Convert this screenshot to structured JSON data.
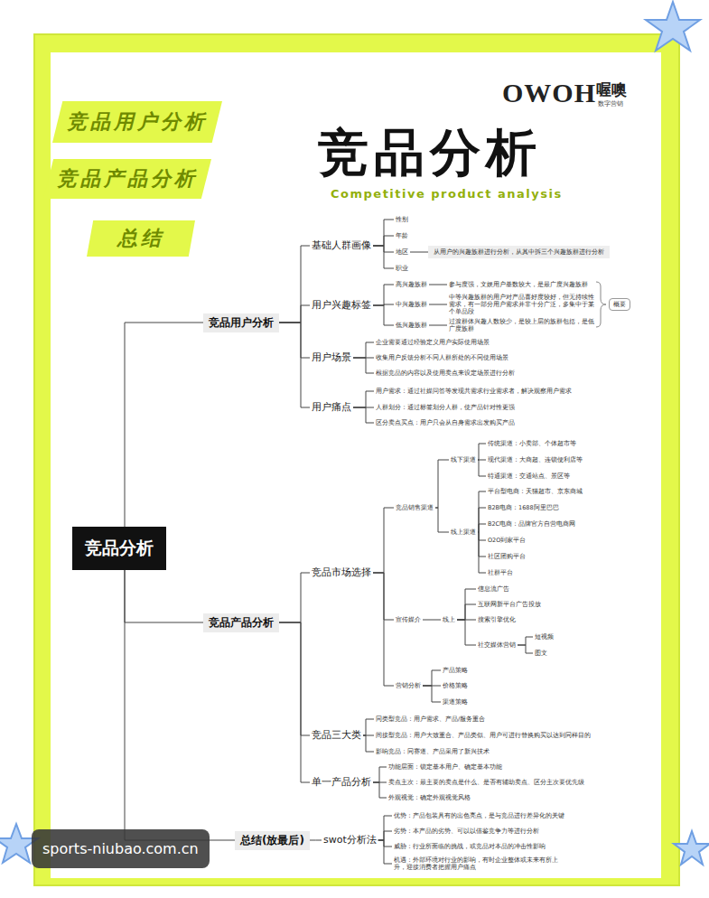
{
  "diagram": {
    "title": "竞品分析",
    "nodes": [
      {
        "text": [
          "竞品用户分析"
        ]
      },
      {
        "text": [
          "竞品产品分析"
        ]
      },
      {
        "text": [
          "总结"
        ]
      },
      {
        "text": [
          "竞品分析"
        ]
      },
      {
        "text": [
          "竞品用户分析"
        ]
      },
      {
        "text": [
          "基础人群画像"
        ]
      },
      {
        "text": [
          "性别"
        ]
      },
      {
        "text": [
          "年龄"
        ]
      },
      {
        "text": [
          "地区"
        ]
      },
      {
        "text": [
          "职业"
        ]
      },
      {
        "text": [
          "从用户的兴趣族群进行分析，从其中拆三个兴趣族群进行分析"
        ]
      },
      {
        "text": [
          "用户兴趣标签"
        ]
      },
      {
        "text": [
          "高兴趣族群"
        ]
      },
      {
        "text": [
          "参与度强，文娱用户基数较大，是最广度兴趣族群"
        ]
      },
      {
        "text": [
          "中兴趣族群"
        ]
      },
      {
        "text": [
          "中等兴趣族群的用户对产品喜好度较好，但无持续性需求，有一部分用户需求并非十分广泛，多集中于某个单品段"
        ]
      },
      {
        "text": [
          "低兴趣族群"
        ]
      },
      {
        "text": [
          "过渡群体兴趣人数较少，是较上层的族群包括，是低广度族群"
        ]
      },
      {
        "text": [
          "概要"
        ]
      },
      {
        "text": [
          "用户场景"
        ]
      },
      {
        "text": [
          "企业需要通过经验定义用户实际使用场景"
        ]
      },
      {
        "text": [
          "收集用户反馈分析不同人群所处的不同使用场景"
        ]
      },
      {
        "text": [
          "根据竞品的内容以及使用卖点来设定场景进行分析"
        ]
      },
      {
        "text": [
          "用户痛点"
        ]
      },
      {
        "text": [
          "用户需求：通过社媒问答等发现共需求行业需求者，解决观察用户需求"
        ]
      },
      {
        "text": [
          "人群划分：通过标签划分人群，使产品针对性更强"
        ]
      },
      {
        "text": [
          "区分卖点买点：用户只会从自身需求出发购买产品"
        ]
      },
      {
        "text": [
          "竞品产品分析"
        ]
      },
      {
        "text": [
          "竞品市场选择"
        ]
      },
      {
        "text": [
          "竞品销售渠道"
        ]
      },
      {
        "text": [
          "线下渠道"
        ]
      },
      {
        "text": [
          "传统渠道：小卖部、个体超市等"
        ]
      },
      {
        "text": [
          "现代渠道：大商超、连锁便利店等"
        ]
      },
      {
        "text": [
          "特通渠道：交通站点、景区等"
        ]
      },
      {
        "text": [
          "线上渠道"
        ]
      },
      {
        "text": [
          "平台型电商：天猫超市、京东商城"
        ]
      },
      {
        "text": [
          "B2B电商：1688阿里巴巴"
        ]
      },
      {
        "text": [
          "B2C电商：品牌官方自营电商网"
        ]
      },
      {
        "text": [
          "O2O到家平台"
        ]
      },
      {
        "text": [
          "社区团购平台"
        ]
      },
      {
        "text": [
          "社群平台"
        ]
      },
      {
        "text": [
          "宣传媒介"
        ]
      },
      {
        "text": [
          "线上"
        ]
      },
      {
        "text": [
          "信息流广告"
        ]
      },
      {
        "text": [
          "互联网新平台广告投放"
        ]
      },
      {
        "text": [
          "搜索引擎优化"
        ]
      },
      {
        "text": [
          "社交媒体营销"
        ]
      },
      {
        "text": [
          "短视频"
        ]
      },
      {
        "text": [
          "图文"
        ]
      },
      {
        "text": [
          "营销分析"
        ]
      },
      {
        "text": [
          "产品策略"
        ]
      },
      {
        "text": [
          "价格策略"
        ]
      },
      {
        "text": [
          "渠道策略"
        ]
      },
      {
        "text": [
          "竞品三大类"
        ]
      },
      {
        "text": [
          "同类型竞品：用户需求、产品/服务重合"
        ]
      },
      {
        "text": [
          "间接型竞品：用户大致重合、产品类似、用户可进行替换购买以达到同样目的"
        ]
      },
      {
        "text": [
          "影响竞品：同赛道、产品采用了新兴技术"
        ]
      },
      {
        "text": [
          "单一产品分析"
        ]
      },
      {
        "text": [
          "功能层面：锁定基本用户、确定基本功能"
        ]
      },
      {
        "text": [
          "卖点主次：最主要的卖点是什么、是否有辅助卖点、区分主次要优先级"
        ]
      },
      {
        "text": [
          "外观视觉：确定外观视觉风格"
        ]
      },
      {
        "text": [
          "总结(放最后)"
        ]
      },
      {
        "text": [
          "swot分析法"
        ]
      },
      {
        "text": [
          "优势：产品包装具有的出色亮点，是与竞品进行差异化的关键"
        ]
      },
      {
        "text": [
          "劣势：本产品的劣势、可以以借鉴竞争力等进行分析"
        ]
      },
      {
        "text": [
          "威胁：行业所面临的挑战，或竞品对本品的冲击性影响"
        ]
      },
      {
        "text": [
          "机遇：外部环境对行业的影响，有时企业整体或未来有所上升，迎接消费者把握用户痛点"
        ]
      }
    ],
    "edges": [
      {
        "from": 3,
        "to": 4,
        "arrow": "none"
      },
      {
        "from": 3,
        "to": 27,
        "arrow": "none"
      },
      {
        "from": 3,
        "to": 61,
        "arrow": "none"
      },
      {
        "from": 4,
        "to": 5,
        "arrow": "none"
      },
      {
        "from": 4,
        "to": 11,
        "arrow": "none"
      },
      {
        "from": 4,
        "to": 19,
        "arrow": "none"
      },
      {
        "from": 4,
        "to": 23,
        "arrow": "none"
      },
      {
        "from": 5,
        "to": 6,
        "arrow": "none"
      },
      {
        "from": 5,
        "to": 7,
        "arrow": "none"
      },
      {
        "from": 5,
        "to": 8,
        "arrow": "none"
      },
      {
        "from": 5,
        "to": 9,
        "arrow": "none"
      },
      {
        "from": 8,
        "to": 10,
        "arrow": "none"
      },
      {
        "from": 11,
        "to": 12,
        "arrow": "none"
      },
      {
        "from": 11,
        "to": 14,
        "arrow": "none"
      },
      {
        "from": 11,
        "to": 16,
        "arrow": "none"
      },
      {
        "from": 12,
        "to": 13,
        "arrow": "none"
      },
      {
        "from": 14,
        "to": 15,
        "arrow": "none"
      },
      {
        "from": 16,
        "to": 17,
        "arrow": "none"
      },
      {
        "from": 19,
        "to": 20,
        "arrow": "none"
      },
      {
        "from": 19,
        "to": 21,
        "arrow": "none"
      },
      {
        "from": 19,
        "to": 22,
        "arrow": "none"
      },
      {
        "from": 23,
        "to": 24,
        "arrow": "none"
      },
      {
        "from": 23,
        "to": 25,
        "arrow": "none"
      },
      {
        "from": 23,
        "to": 26,
        "arrow": "none"
      },
      {
        "from": 27,
        "to": 28,
        "arrow": "none"
      },
      {
        "from": 27,
        "to": 53,
        "arrow": "none"
      },
      {
        "from": 27,
        "to": 57,
        "arrow": "none"
      },
      {
        "from": 28,
        "to": 29,
        "arrow": "none"
      },
      {
        "from": 28,
        "to": 41,
        "arrow": "none"
      },
      {
        "from": 28,
        "to": 49,
        "arrow": "none"
      },
      {
        "from": 29,
        "to": 30,
        "arrow": "none"
      },
      {
        "from": 29,
        "to": 34,
        "arrow": "none"
      },
      {
        "from": 30,
        "to": 31,
        "arrow": "none"
      },
      {
        "from": 30,
        "to": 32,
        "arrow": "none"
      },
      {
        "from": 30,
        "to": 33,
        "arrow": "none"
      },
      {
        "from": 34,
        "to": 35,
        "arrow": "none"
      },
      {
        "from": 34,
        "to": 36,
        "arrow": "none"
      },
      {
        "from": 34,
        "to": 37,
        "arrow": "none"
      },
      {
        "from": 34,
        "to": 38,
        "arrow": "none"
      },
      {
        "from": 34,
        "to": 39,
        "arrow": "none"
      },
      {
        "from": 34,
        "to": 40,
        "arrow": "none"
      },
      {
        "from": 41,
        "to": 42,
        "arrow": "none"
      },
      {
        "from": 42,
        "to": 43,
        "arrow": "none"
      },
      {
        "from": 42,
        "to": 44,
        "arrow": "none"
      },
      {
        "from": 42,
        "to": 45,
        "arrow": "none"
      },
      {
        "from": 42,
        "to": 46,
        "arrow": "none"
      },
      {
        "from": 46,
        "to": 47,
        "arrow": "none"
      },
      {
        "from": 46,
        "to": 48,
        "arrow": "none"
      },
      {
        "from": 49,
        "to": 50,
        "arrow": "none"
      },
      {
        "from": 49,
        "to": 51,
        "arrow": "none"
      },
      {
        "from": 49,
        "to": 52,
        "arrow": "none"
      },
      {
        "from": 53,
        "to": 54,
        "arrow": "none"
      },
      {
        "from": 53,
        "to": 55,
        "arrow": "none"
      },
      {
        "from": 53,
        "to": 56,
        "arrow": "none"
      },
      {
        "from": 57,
        "to": 58,
        "arrow": "none"
      },
      {
        "from": 57,
        "to": 59,
        "arrow": "none"
      },
      {
        "from": 57,
        "to": 60,
        "arrow": "none"
      },
      {
        "from": 61,
        "to": 62,
        "arrow": "none"
      },
      {
        "from": 62,
        "to": 63,
        "arrow": "none"
      },
      {
        "from": 62,
        "to": 64,
        "arrow": "none"
      },
      {
        "from": 62,
        "to": 65,
        "arrow": "none"
      },
      {
        "from": 62,
        "to": 66,
        "arrow": "none"
      }
    ],
    "labels": [
      "OWOH",
      "喔噢",
      "数字营销",
      "Competitive product analysis",
      "sports-niubao.com.cn"
    ]
  }
}
